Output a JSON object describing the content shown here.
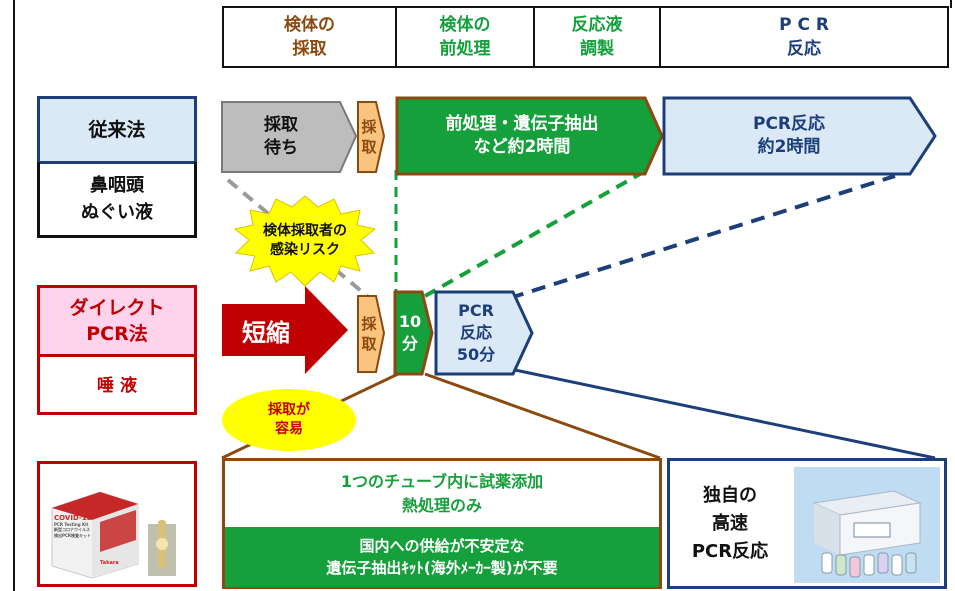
{
  "header": {
    "sampling": "検体の\n採取",
    "pretreatment": "検体の\n前処理",
    "reagent_prep": "反応液\n調製",
    "pcr": "P C R\n反応"
  },
  "conventional": {
    "method_title": "従来法",
    "specimen": "鼻咽頭\nぬぐい液",
    "wait_label": "採取\n待ち",
    "sampling_label": "採\n取",
    "pretreat_label": "前処理・遺伝子抽出\nなど約2時間",
    "pcr_label": "PCR反応\n約2時間"
  },
  "risk_burst": "検体採取者の\n感染リスク",
  "direct": {
    "method_title": "ダイレクト\nPCR法",
    "specimen": "唾 液",
    "shorten_label": "短縮",
    "sampling_label": "採\n取",
    "heat_label": "10\n分",
    "pcr_label": "PCR\n反応\n50分"
  },
  "easy_bubble": "採取が\n容易",
  "kit_package": {
    "line1": "COVID-19",
    "line2": "PCR Testing Kit",
    "line3": "新型コロナウイルス",
    "line4": "検出PCR検査キット",
    "brand": "Takara"
  },
  "feature_box": {
    "main_text": "1つのチューブ内に試薬添加\n熱処理のみ",
    "sub_text": "国内への供給が不安定な\n遺伝子抽出ｷｯﾄ(海外ﾒｰｶｰ製)が不要"
  },
  "pcr_box": {
    "text": "独自の\n高速\nPCR反応"
  },
  "colors": {
    "green": "#16a03c",
    "brown": "#8a4a10",
    "navy": "#1c3f7a",
    "light_blue": "#dbe9f7",
    "red": "#c00000",
    "pink": "#ffd3ec",
    "orange": "#fbc47e",
    "yellow": "#ffff00"
  }
}
